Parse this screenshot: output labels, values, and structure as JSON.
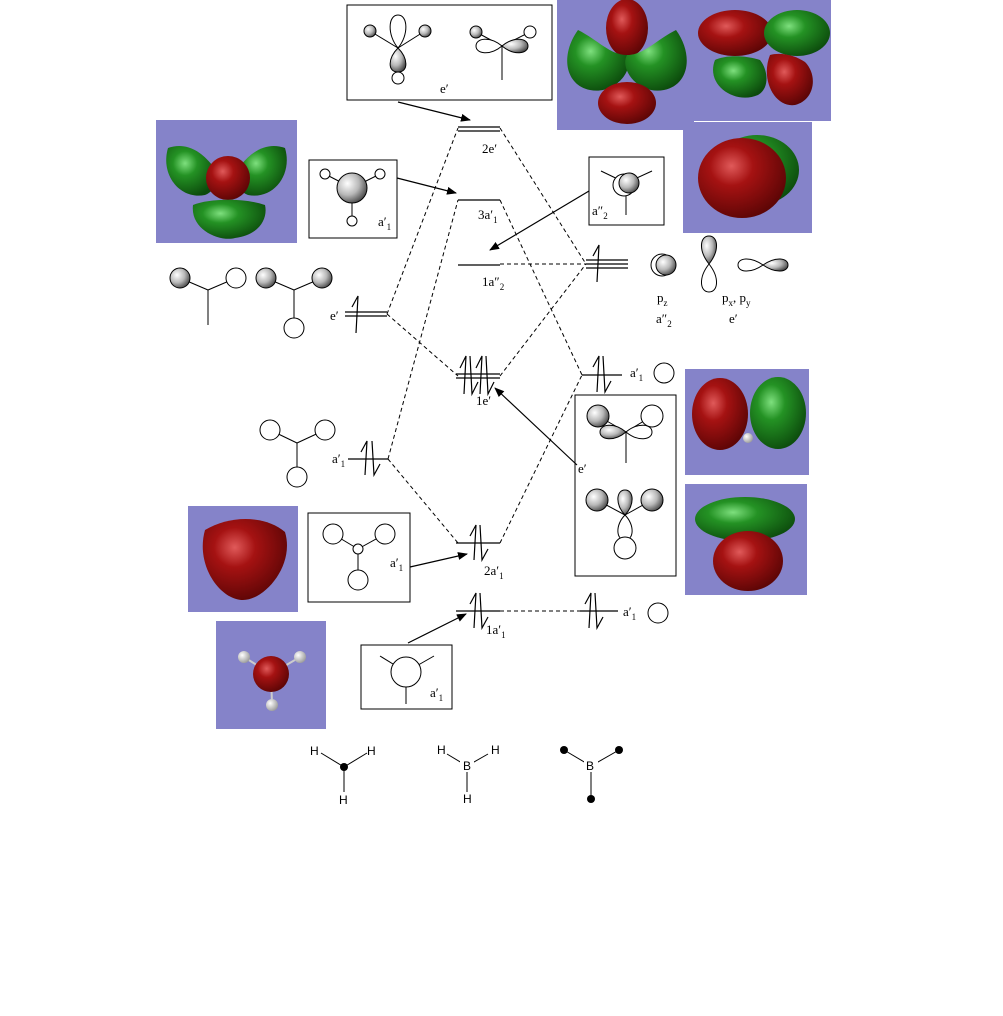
{
  "diagram": {
    "mo_labels": {
      "two_e_prime": "2e'",
      "three_a1_prime": "3a'1",
      "one_a2_dblprime": "1a\"2",
      "one_e_prime": "1e'",
      "two_a1_prime": "2a'1",
      "one_a1_prime": "1a'1"
    },
    "h3_fragment": {
      "e_prime": "e'",
      "a1_prime": "a'1"
    },
    "boron_fragment": {
      "pz": "pz",
      "a2_dblprime": "a\"2",
      "px_py": "px, py",
      "e_prime": "e'",
      "a1_prime_2s": "a'1",
      "a1_prime_1s": "a'1"
    },
    "boxes": {
      "top_box_label": "e'",
      "a1_box_upper_label": "a'1",
      "a2_box_label": "a\"2",
      "e_box_label": "e'",
      "a1_box_mid_label": "a'1",
      "a1_box_lower_label": "a'1"
    },
    "molecules": {
      "h3": {
        "atoms": [
          "H",
          "H",
          "H"
        ]
      },
      "bh3": {
        "atoms": [
          "H",
          "B",
          "H",
          "H"
        ]
      },
      "boron": {
        "atom": "B"
      }
    },
    "colors": {
      "iso_background": "#8583c9",
      "positive_lobe": "#8b0a0a",
      "negative_lobe": "#1f7a1f",
      "line": "#000000"
    }
  }
}
